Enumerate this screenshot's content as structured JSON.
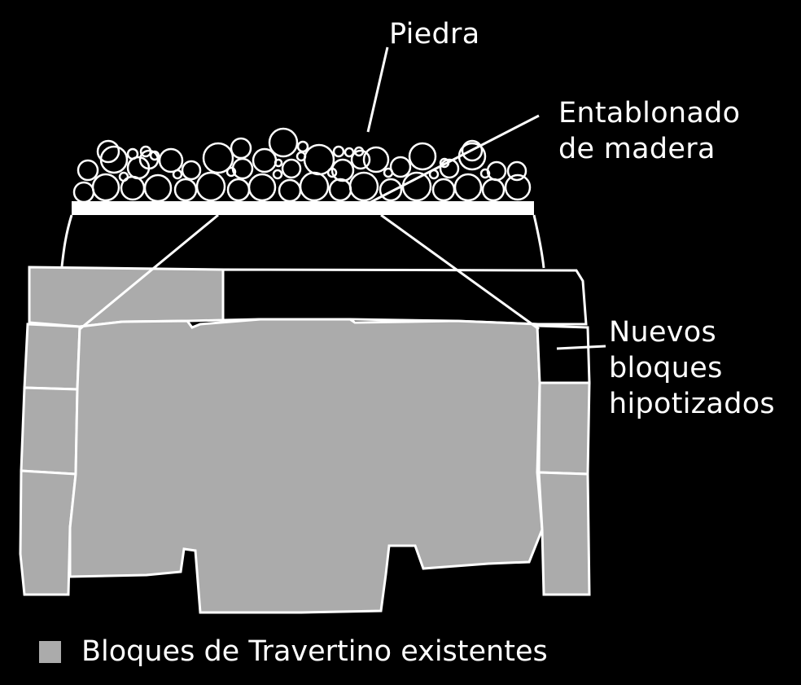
{
  "labels": {
    "stone": "Piedra",
    "planking": [
      "Entablonado",
      "de madera"
    ],
    "new_blocks": [
      "Nuevos",
      "bloques",
      "hipotizados"
    ]
  },
  "legend": {
    "label": "Bloques de Travertino existentes",
    "swatch_icon": "square-swatch-icon"
  },
  "colors": {
    "background": "#000000",
    "travertine": "#ababab",
    "lines": "#ffffff"
  }
}
